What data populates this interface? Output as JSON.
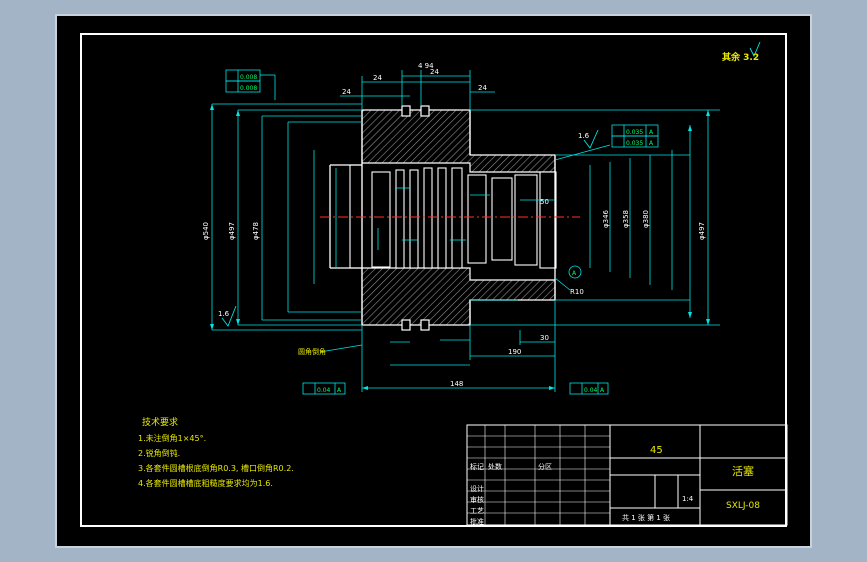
{
  "colors": {
    "outline": "#ffffff",
    "dimension": "#00e5e5",
    "text": "#e8e800",
    "hatch": "#9a9a9a",
    "centerline": "#ff3030",
    "tolerance": "#00ff66"
  },
  "roughness_other": "其余 3.2",
  "dims": {
    "d1": "24",
    "d2": "24",
    "d3": "24",
    "d4": "24",
    "od_main": "φ540",
    "od2": "φ497",
    "od3": "φ478",
    "bore1": "φ346",
    "bore2": "φ358",
    "bore3": "φ380",
    "r_fillet": "R10",
    "len_190": "190",
    "len_30": "30",
    "len_50": "50",
    "total_len": "148",
    "slot": "4 94",
    "rough_16_a": "1.6",
    "rough_16_b": "1.6"
  },
  "tolerances": {
    "top_left_1": "0.008",
    "top_left_2": "0.008",
    "right_1": "0.035",
    "right_2": "0.035",
    "bottom_left": "0.04",
    "bottom_right": "0.04",
    "datum": "A"
  },
  "labels": {
    "leader_note": "圆角倒角"
  },
  "tech_requirements": {
    "title": "技术要求",
    "items": [
      "1.未注倒角1×45°.",
      "2.锐角倒钝.",
      "3.各套件圆槽根底倒角R0.3, 槽口倒角R0.2.",
      "4.各套件圆槽槽底粗糙度要求均为1.6."
    ]
  },
  "title_block": {
    "material": "45",
    "part_name": "活塞",
    "drawing_no": "SXLJ-08",
    "scale": "1:4",
    "sheet_info": "共 1 张  第 1 张",
    "row_labels": [
      "标记",
      "设计",
      "审核",
      "工艺",
      "批准"
    ],
    "col_labels": [
      "处数",
      "分区"
    ]
  }
}
